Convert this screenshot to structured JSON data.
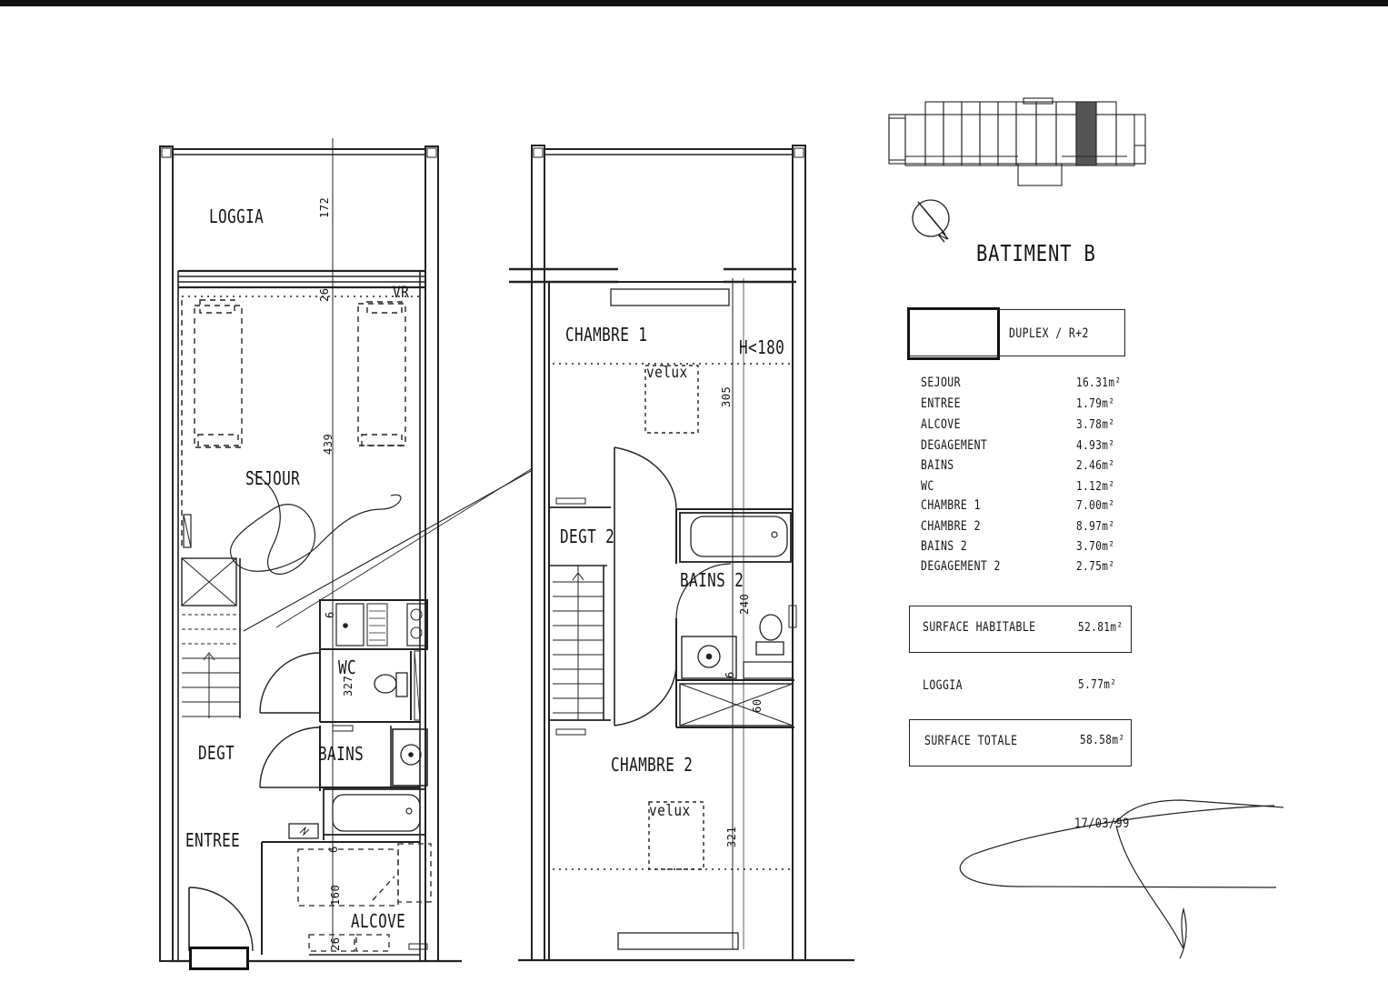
{
  "building": {
    "title": "BATIMENT  B",
    "north": "N"
  },
  "unit": {
    "type": "DUPLEX / R+2"
  },
  "level1_rooms": {
    "loggia": "LOGGIA",
    "vr": "VR",
    "sejour": "SEJOUR",
    "wc": "WC",
    "degt": "DEGT",
    "bains": "BAINS",
    "entree": "ENTREE",
    "alcove": "ALCOVE"
  },
  "level2_rooms": {
    "chambre1": "CHAMBRE  1",
    "height_note": "H<180",
    "velux_1": "velux",
    "degt2": "DEGT  2",
    "bains2": "BAINS  2",
    "chambre2": "CHAMBRE  2",
    "velux_2": "velux"
  },
  "dimensions": {
    "loggia_depth": "172",
    "d26_top": "26",
    "sejour_length": "439",
    "d6_kitchen": "6",
    "wc_length": "327",
    "d6_alcove": "6",
    "alcove_length": "160",
    "d26_bottom": "26",
    "chambre1_length": "305",
    "bains2_length": "240",
    "d6_bains2": "6",
    "d60": "60",
    "chambre2_length": "321"
  },
  "areas": {
    "rows": [
      {
        "room": "SEJOUR",
        "area": "16.31m²"
      },
      {
        "room": "ENTREE",
        "area": "1.79m²"
      },
      {
        "room": "ALCOVE",
        "area": "3.78m²"
      },
      {
        "room": "DEGAGEMENT",
        "area": "4.93m²"
      },
      {
        "room": "BAINS",
        "area": "2.46m²"
      },
      {
        "room": "WC",
        "area": "1.12m²"
      },
      {
        "room": "CHAMBRE  1",
        "area": "7.00m²"
      },
      {
        "room": "CHAMBRE  2",
        "area": "8.97m²"
      },
      {
        "room": "BAINS  2",
        "area": "3.70m²"
      },
      {
        "room": "DEGAGEMENT  2",
        "area": "2.75m²"
      }
    ],
    "surface_habitable": {
      "label": "SURFACE  HABITABLE",
      "value": "52.81m²"
    },
    "loggia": {
      "label": "LOGGIA",
      "value": "5.77m²"
    },
    "surface_totale": {
      "label": "SURFACE  TOTALE",
      "value": "58.58m²"
    }
  },
  "date": "17/03/99"
}
